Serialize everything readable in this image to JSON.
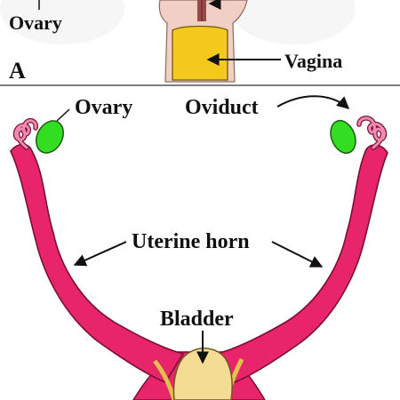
{
  "panel_a": {
    "letter": "A",
    "labels": {
      "ovary": "Ovary",
      "vagina": "Vagina"
    }
  },
  "panel_b": {
    "labels": {
      "ovary": "Ovary",
      "oviduct": "Oviduct",
      "uterine_horn": "Uterine horn",
      "bladder": "Bladder"
    }
  },
  "colors": {
    "uterus": "#e8246a",
    "uterus_outline": "#7a0f30",
    "ovary": "#33dd22",
    "vagina": "#f5c81e",
    "bladder": "#f4dc94",
    "tissue": "#f1cfc5",
    "divider": "#555555",
    "arrow": "#111111"
  }
}
